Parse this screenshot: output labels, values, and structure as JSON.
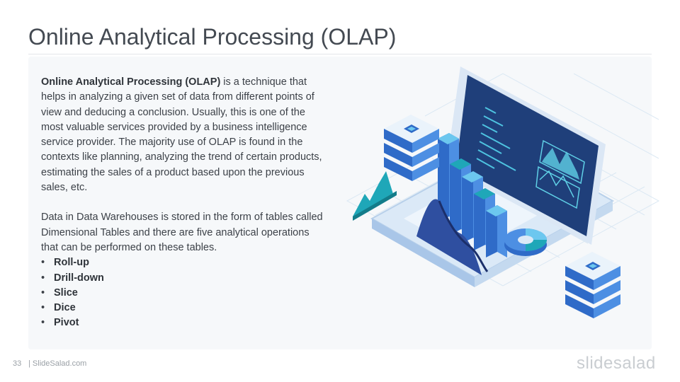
{
  "slide": {
    "title": "Online Analytical Processing (OLAP)",
    "intro_bold": "Online Analytical Processing (OLAP)",
    "intro_rest": " is a technique that helps in analyzing a given set of data from different points of view and deducing a conclusion. Usually, this is one of the most valuable services provided by a business intelligence service provider. The majority use of OLAP is found in the contexts like planning, analyzing the trend of certain products, estimating the sales of a product based upon the previous sales, etc.",
    "para2": "Data in Data Warehouses is stored in the form of tables called Dimensional Tables and there are five analytical operations that can be performed on these tables.",
    "operations": [
      "Roll-up",
      "Drill-down",
      "Slice",
      "Dice",
      "Pivot"
    ]
  },
  "footer": {
    "page_number": "33",
    "site": "| SlideSalad.com",
    "logo": "slidesalad"
  },
  "colors": {
    "title": "#444a52",
    "panel": "#f6f8fa",
    "screen": "#1f3f7a",
    "accent_teal": "#1fa7b8",
    "accent_blue": "#3f6fc4"
  }
}
